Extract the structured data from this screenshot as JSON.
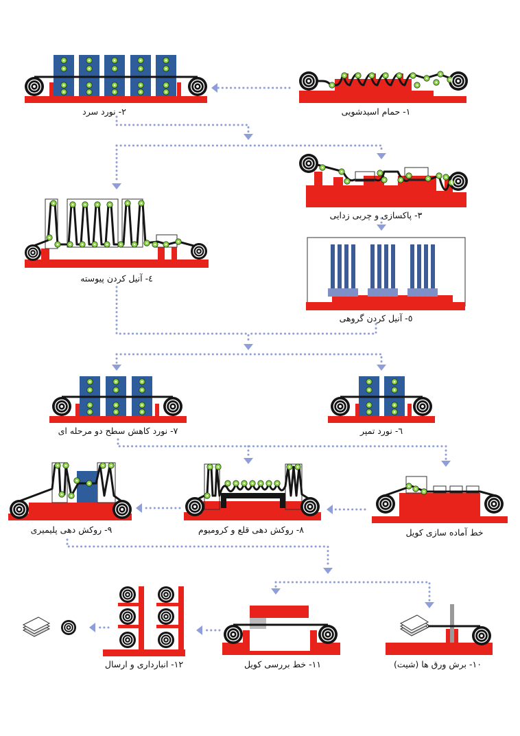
{
  "diagram": {
    "colors": {
      "base": "#e8231b",
      "strip": "#151515",
      "roller": "#8ed641",
      "stand": "#2f5c9b",
      "arrow": "#8f9ed9",
      "frame": "#333333",
      "annealer": "#3d5c96"
    },
    "steps": [
      {
        "id": "pickling",
        "label": "۱- حمام اسیدشویی"
      },
      {
        "id": "cold-rolling",
        "label": "۲- نورد سرد"
      },
      {
        "id": "cleaning",
        "label": "۳- پاکسازی و چربی زدایی"
      },
      {
        "id": "continuous-annealing",
        "label": "٤- آنیل کردن پیوسته"
      },
      {
        "id": "batch-annealing",
        "label": "٥- آنیل کردن گروهی"
      },
      {
        "id": "temper-rolling",
        "label": "٦- نورد تمپر"
      },
      {
        "id": "double-reduction",
        "label": "۷- نورد کاهش سطح دو مرحله ای"
      },
      {
        "id": "coil-preparation",
        "label": "خط آماده سازی کویل"
      },
      {
        "id": "tin-chrome-coating",
        "label": "۸- روکش دهی قلع و کرومیوم"
      },
      {
        "id": "polymer-coating",
        "label": "۹- روکش دهی پلیمیری"
      },
      {
        "id": "sheet-cutting",
        "label": "۱۰- برش ورق ها (شیت)"
      },
      {
        "id": "coil-inspection",
        "label": "۱۱- خط بررسی کویل"
      },
      {
        "id": "storage-shipping",
        "label": "۱۲- انبارداری و ارسال"
      }
    ]
  }
}
